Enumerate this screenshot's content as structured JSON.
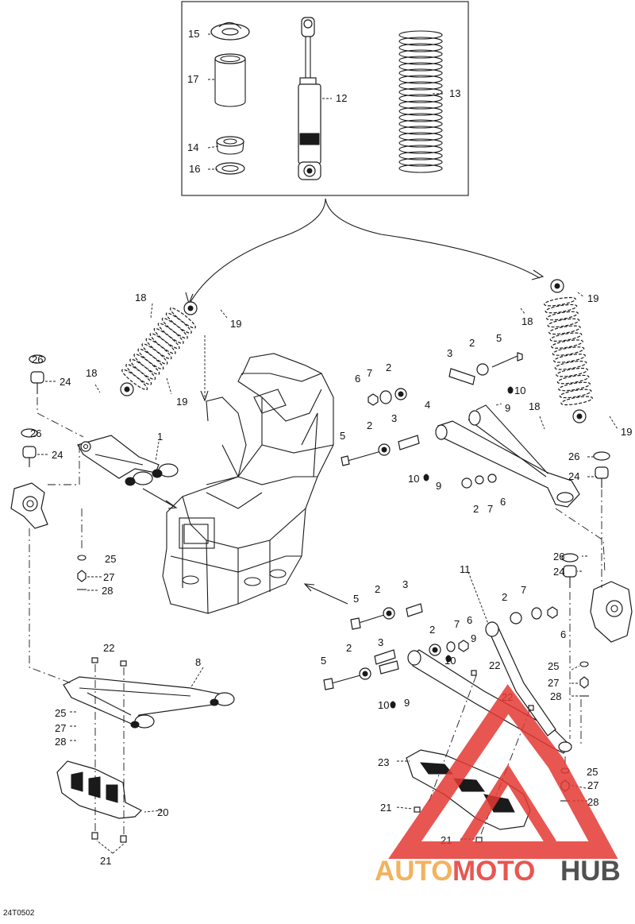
{
  "drawing_code": "24T0502",
  "watermark": {
    "part1": "AUTO",
    "part2": "MOTO",
    "part3": "HUB",
    "color_orange": "#f2a541",
    "color_red": "#e53935",
    "color_dark": "#333333"
  },
  "callouts": [
    {
      "id": "c15a",
      "text": "15"
    },
    {
      "id": "c17a",
      "text": "17"
    },
    {
      "id": "c14a",
      "text": "14"
    },
    {
      "id": "c16a",
      "text": "16"
    },
    {
      "id": "c12a",
      "text": "12"
    },
    {
      "id": "c13a",
      "text": "13"
    },
    {
      "id": "c18a",
      "text": "18"
    },
    {
      "id": "c19a",
      "text": "19"
    },
    {
      "id": "c18b",
      "text": "18"
    },
    {
      "id": "c19b",
      "text": "19"
    },
    {
      "id": "c26a",
      "text": "26"
    },
    {
      "id": "c24a",
      "text": "24"
    },
    {
      "id": "c26b",
      "text": "26"
    },
    {
      "id": "c24b",
      "text": "24"
    },
    {
      "id": "c1a",
      "text": "1"
    },
    {
      "id": "c25a",
      "text": "25"
    },
    {
      "id": "c27a",
      "text": "27"
    },
    {
      "id": "c28a",
      "text": "28"
    },
    {
      "id": "c18c",
      "text": "18"
    },
    {
      "id": "c19c",
      "text": "19"
    },
    {
      "id": "c18d",
      "text": "18"
    },
    {
      "id": "c19d",
      "text": "19"
    },
    {
      "id": "c3a",
      "text": "3"
    },
    {
      "id": "c2a",
      "text": "2"
    },
    {
      "id": "c5a",
      "text": "5"
    },
    {
      "id": "c6a",
      "text": "6"
    },
    {
      "id": "c7a",
      "text": "7"
    },
    {
      "id": "c2b",
      "text": "2"
    },
    {
      "id": "c10a",
      "text": "10"
    },
    {
      "id": "c9a",
      "text": "9"
    },
    {
      "id": "c4a",
      "text": "4"
    },
    {
      "id": "c3b",
      "text": "3"
    },
    {
      "id": "c2c",
      "text": "2"
    },
    {
      "id": "c5b",
      "text": "5"
    },
    {
      "id": "c10b",
      "text": "10"
    },
    {
      "id": "c9b",
      "text": "9"
    },
    {
      "id": "c2d",
      "text": "2"
    },
    {
      "id": "c7b",
      "text": "7"
    },
    {
      "id": "c6b",
      "text": "6"
    },
    {
      "id": "c26c",
      "text": "26"
    },
    {
      "id": "c24c",
      "text": "24"
    },
    {
      "id": "c26d",
      "text": "26"
    },
    {
      "id": "c24d",
      "text": "24"
    },
    {
      "id": "c11a",
      "text": "11"
    },
    {
      "id": "c5c",
      "text": "5"
    },
    {
      "id": "c2e",
      "text": "2"
    },
    {
      "id": "c3c",
      "text": "3"
    },
    {
      "id": "c2f",
      "text": "2"
    },
    {
      "id": "c7c",
      "text": "7"
    },
    {
      "id": "c6c",
      "text": "6"
    },
    {
      "id": "c2g",
      "text": "2"
    },
    {
      "id": "c7d",
      "text": "7"
    },
    {
      "id": "c6d",
      "text": "6"
    },
    {
      "id": "c9c",
      "text": "9"
    },
    {
      "id": "c10c",
      "text": "10"
    },
    {
      "id": "c22a",
      "text": "22"
    },
    {
      "id": "c5d",
      "text": "5"
    },
    {
      "id": "c2h",
      "text": "2"
    },
    {
      "id": "c3d",
      "text": "3"
    },
    {
      "id": "c10d",
      "text": "10"
    },
    {
      "id": "c9d",
      "text": "9"
    },
    {
      "id": "c25b",
      "text": "25"
    },
    {
      "id": "c27b",
      "text": "27"
    },
    {
      "id": "c28b",
      "text": "28"
    },
    {
      "id": "c22b",
      "text": "22"
    },
    {
      "id": "c22c",
      "text": "22"
    },
    {
      "id": "c8a",
      "text": "8"
    },
    {
      "id": "c25c",
      "text": "25"
    },
    {
      "id": "c27c",
      "text": "27"
    },
    {
      "id": "c28c",
      "text": "28"
    },
    {
      "id": "c20a",
      "text": "20"
    },
    {
      "id": "c21a",
      "text": "21"
    },
    {
      "id": "c23a",
      "text": "23"
    },
    {
      "id": "c21b",
      "text": "21"
    },
    {
      "id": "c21c",
      "text": "21"
    },
    {
      "id": "c25d",
      "text": "25"
    },
    {
      "id": "c27d",
      "text": "27"
    },
    {
      "id": "c28d",
      "text": "28"
    }
  ]
}
